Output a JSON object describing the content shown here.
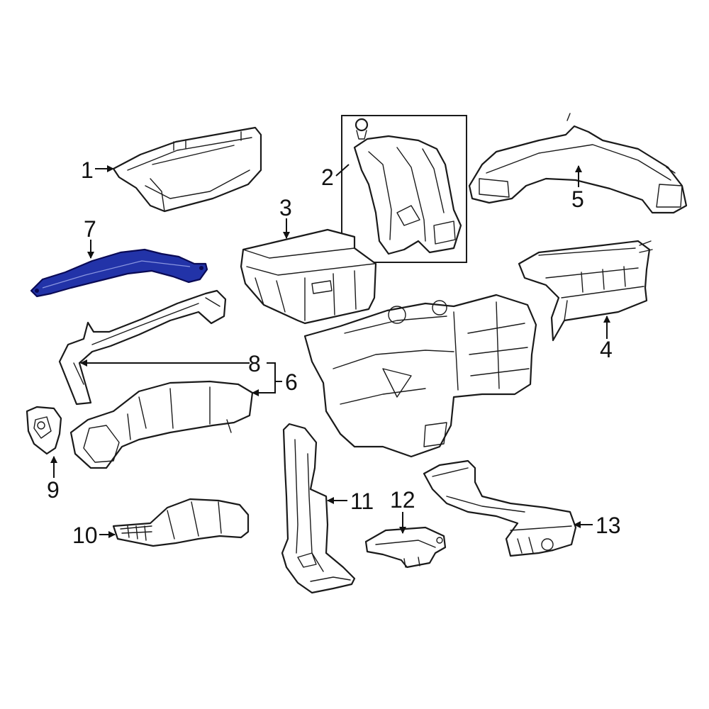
{
  "callouts": {
    "c1": "1",
    "c2": "2",
    "c3": "3",
    "c4": "4",
    "c5": "5",
    "c6": "6",
    "c7": "7",
    "c8": "8",
    "c9": "9",
    "c10": "10",
    "c11": "11",
    "c12": "12",
    "c13": "13"
  },
  "colors": {
    "highlight_part": "#2233a8",
    "line": "#1a1a1a",
    "background": "#ffffff"
  },
  "highlighted_callout": "7"
}
